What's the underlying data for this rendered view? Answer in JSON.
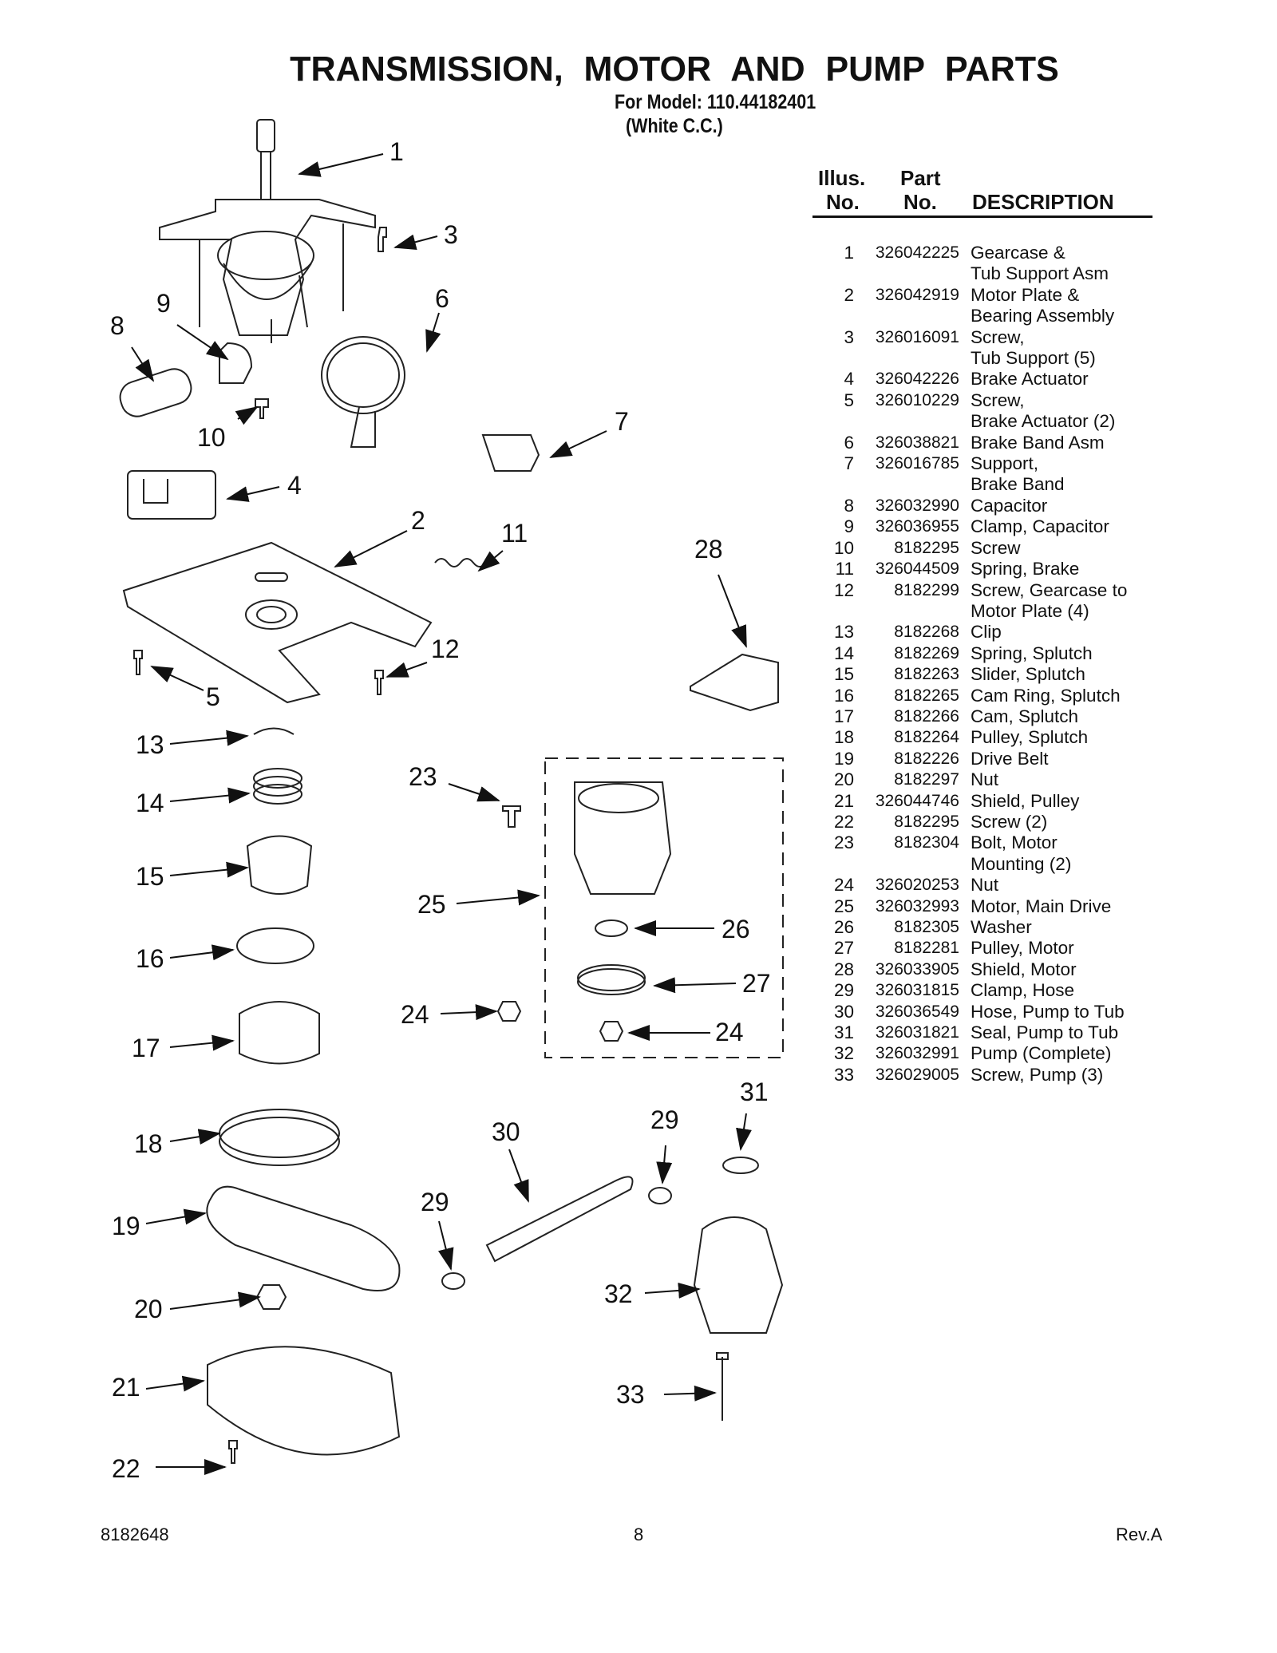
{
  "header": {
    "title": "TRANSMISSION,   MOTOR AND PUMP PARTS",
    "model_line": "For Model: 110.44182401",
    "color_line": "(White C.C.)"
  },
  "table": {
    "col_illus_1": "Illus.",
    "col_illus_2": "No.",
    "col_part_1": "Part",
    "col_part_2": "No.",
    "col_desc": "DESCRIPTION",
    "rows": [
      {
        "illus": "1",
        "part": "326042225",
        "desc": "Gearcase &",
        "desc2": "Tub Support Asm"
      },
      {
        "illus": "2",
        "part": "326042919",
        "desc": "Motor Plate &",
        "desc2": "Bearing Assembly"
      },
      {
        "illus": "3",
        "part": "326016091",
        "desc": "Screw,",
        "desc2": "Tub Support (5)"
      },
      {
        "illus": "4",
        "part": "326042226",
        "desc": "Brake Actuator",
        "desc2": ""
      },
      {
        "illus": "5",
        "part": "326010229",
        "desc": "Screw,",
        "desc2": "Brake Actuator (2)"
      },
      {
        "illus": "6",
        "part": "326038821",
        "desc": "Brake Band Asm",
        "desc2": ""
      },
      {
        "illus": "7",
        "part": "326016785",
        "desc": "Support,",
        "desc2": "Brake Band"
      },
      {
        "illus": "8",
        "part": "326032990",
        "desc": "Capacitor",
        "desc2": ""
      },
      {
        "illus": "9",
        "part": "326036955",
        "desc": "Clamp, Capacitor",
        "desc2": ""
      },
      {
        "illus": "10",
        "part": "8182295",
        "desc": "Screw",
        "desc2": ""
      },
      {
        "illus": "11",
        "part": "326044509",
        "desc": "Spring, Brake",
        "desc2": ""
      },
      {
        "illus": "12",
        "part": "8182299",
        "desc": "Screw, Gearcase to",
        "desc2": "Motor Plate (4)"
      },
      {
        "illus": "13",
        "part": "8182268",
        "desc": "Clip",
        "desc2": ""
      },
      {
        "illus": "14",
        "part": "8182269",
        "desc": "Spring, Splutch",
        "desc2": ""
      },
      {
        "illus": "15",
        "part": "8182263",
        "desc": "Slider, Splutch",
        "desc2": ""
      },
      {
        "illus": "16",
        "part": "8182265",
        "desc": "Cam Ring, Splutch",
        "desc2": ""
      },
      {
        "illus": "17",
        "part": "8182266",
        "desc": "Cam, Splutch",
        "desc2": ""
      },
      {
        "illus": "18",
        "part": "8182264",
        "desc": "Pulley, Splutch",
        "desc2": ""
      },
      {
        "illus": "19",
        "part": "8182226",
        "desc": "Drive Belt",
        "desc2": ""
      },
      {
        "illus": "20",
        "part": "8182297",
        "desc": "Nut",
        "desc2": ""
      },
      {
        "illus": "21",
        "part": "326044746",
        "desc": "Shield, Pulley",
        "desc2": ""
      },
      {
        "illus": "22",
        "part": "8182295",
        "desc": "Screw (2)",
        "desc2": ""
      },
      {
        "illus": "23",
        "part": "8182304",
        "desc": "Bolt, Motor",
        "desc2": "Mounting (2)"
      },
      {
        "illus": "24",
        "part": "326020253",
        "desc": "Nut",
        "desc2": ""
      },
      {
        "illus": "25",
        "part": "326032993",
        "desc": "Motor, Main Drive",
        "desc2": ""
      },
      {
        "illus": "26",
        "part": "8182305",
        "desc": "Washer",
        "desc2": ""
      },
      {
        "illus": "27",
        "part": "8182281",
        "desc": "Pulley, Motor",
        "desc2": ""
      },
      {
        "illus": "28",
        "part": "326033905",
        "desc": "Shield, Motor",
        "desc2": ""
      },
      {
        "illus": "29",
        "part": "326031815",
        "desc": "Clamp, Hose",
        "desc2": ""
      },
      {
        "illus": "30",
        "part": "326036549",
        "desc": "Hose, Pump to Tub",
        "desc2": ""
      },
      {
        "illus": "31",
        "part": "326031821",
        "desc": "Seal, Pump to Tub",
        "desc2": ""
      },
      {
        "illus": "32",
        "part": "326032991",
        "desc": "Pump (Complete)",
        "desc2": ""
      },
      {
        "illus": "33",
        "part": "326029005",
        "desc": "Screw, Pump (3)",
        "desc2": ""
      }
    ]
  },
  "callouts": [
    "1",
    "3",
    "9",
    "8",
    "6",
    "10",
    "7",
    "4",
    "2",
    "11",
    "28",
    "12",
    "5",
    "13",
    "23",
    "14",
    "15",
    "25",
    "26",
    "16",
    "27",
    "24",
    "24",
    "17",
    "31",
    "29",
    "30",
    "18",
    "29",
    "19",
    "32",
    "20",
    "21",
    "33",
    "22"
  ],
  "footer": {
    "doc_number": "8182648",
    "page": "8",
    "revision": "Rev.A"
  }
}
